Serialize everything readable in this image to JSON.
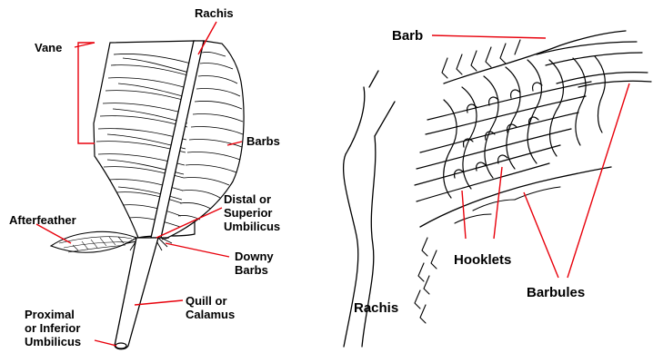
{
  "feather_labels": {
    "vane": "Vane",
    "rachis": "Rachis",
    "barbs": "Barbs",
    "afterfeather": "Afterfeather",
    "distal_umbilicus": [
      "Distal or",
      "Superior",
      "Umbilicus"
    ],
    "downy_barbs": [
      "Downy",
      "Barbs"
    ],
    "quill": [
      "Quill or",
      "Calamus"
    ],
    "proximal_umbilicus": [
      "Proximal",
      "or Inferior",
      "Umbilicus"
    ]
  },
  "detail_labels": {
    "barb": "Barb",
    "rachis": "Rachis",
    "hooklets": "Hooklets",
    "barbules": "Barbules"
  },
  "colors": {
    "leader_line": "#e8000b",
    "ink": "#000000",
    "background": "#ffffff"
  }
}
